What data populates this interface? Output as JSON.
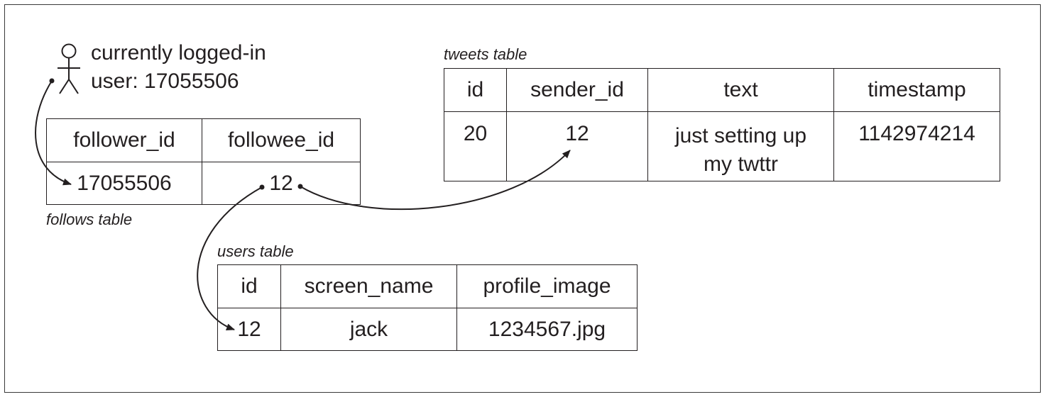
{
  "user": {
    "line1": "currently logged-in",
    "line2": "user: 17055506"
  },
  "follows": {
    "caption": "follows table",
    "headers": [
      "follower_id",
      "followee_id"
    ],
    "row": [
      "17055506",
      "12"
    ]
  },
  "tweets": {
    "caption": "tweets table",
    "headers": [
      "id",
      "sender_id",
      "text",
      "timestamp"
    ],
    "row": [
      "20",
      "12",
      "just setting up",
      "my twttr",
      "1142974214"
    ]
  },
  "users": {
    "caption": "users table",
    "headers": [
      "id",
      "screen_name",
      "profile_image"
    ],
    "row": [
      "12",
      "jack",
      "1234567.jpg"
    ]
  },
  "colors": {
    "ink": "#231f20",
    "border": "#3a3a3a"
  }
}
